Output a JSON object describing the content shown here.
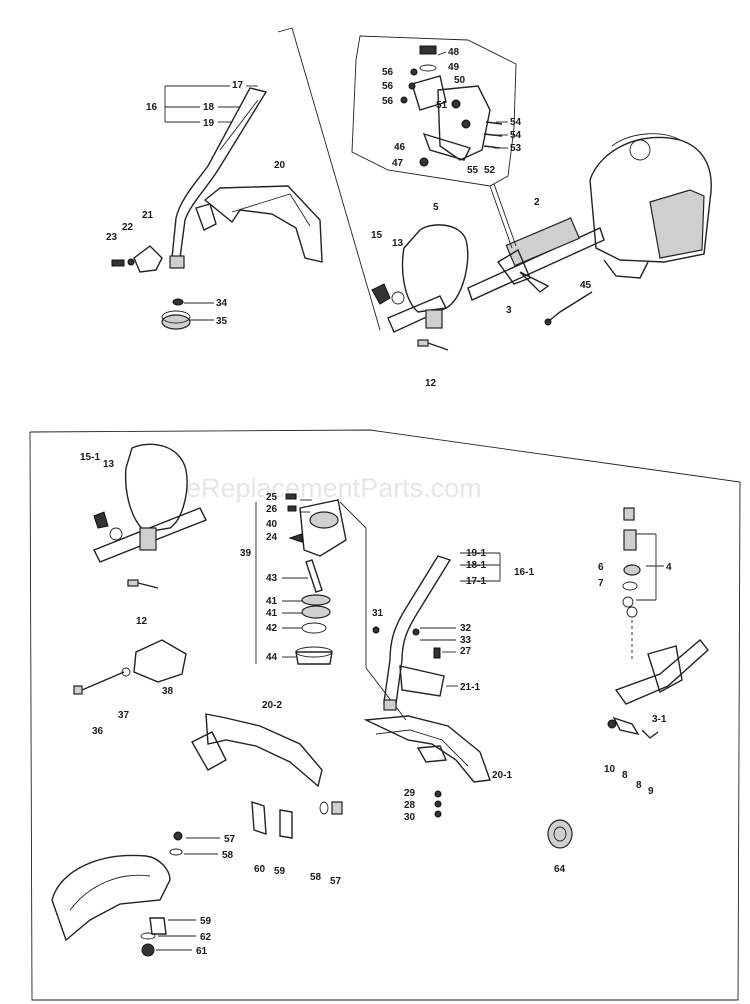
{
  "watermark": "eReplacementParts.com",
  "labels": [
    "17",
    "16",
    "18",
    "19",
    "20",
    "21",
    "22",
    "23",
    "34",
    "35",
    "5",
    "2",
    "15",
    "13",
    "12",
    "3",
    "45",
    "48",
    "49",
    "50",
    "56",
    "51",
    "54",
    "46",
    "53",
    "47",
    "55",
    "52",
    "15-1",
    "25",
    "26",
    "40",
    "24",
    "39",
    "43",
    "41",
    "42",
    "44",
    "19-1",
    "18-1",
    "16-1",
    "17-1",
    "4",
    "6",
    "7",
    "31",
    "32",
    "33",
    "27",
    "21-1",
    "38",
    "36",
    "37",
    "20-2",
    "3-1",
    "10",
    "8",
    "9",
    "20-1",
    "29",
    "28",
    "30",
    "64",
    "57",
    "58",
    "60",
    "59",
    "62",
    "61"
  ]
}
